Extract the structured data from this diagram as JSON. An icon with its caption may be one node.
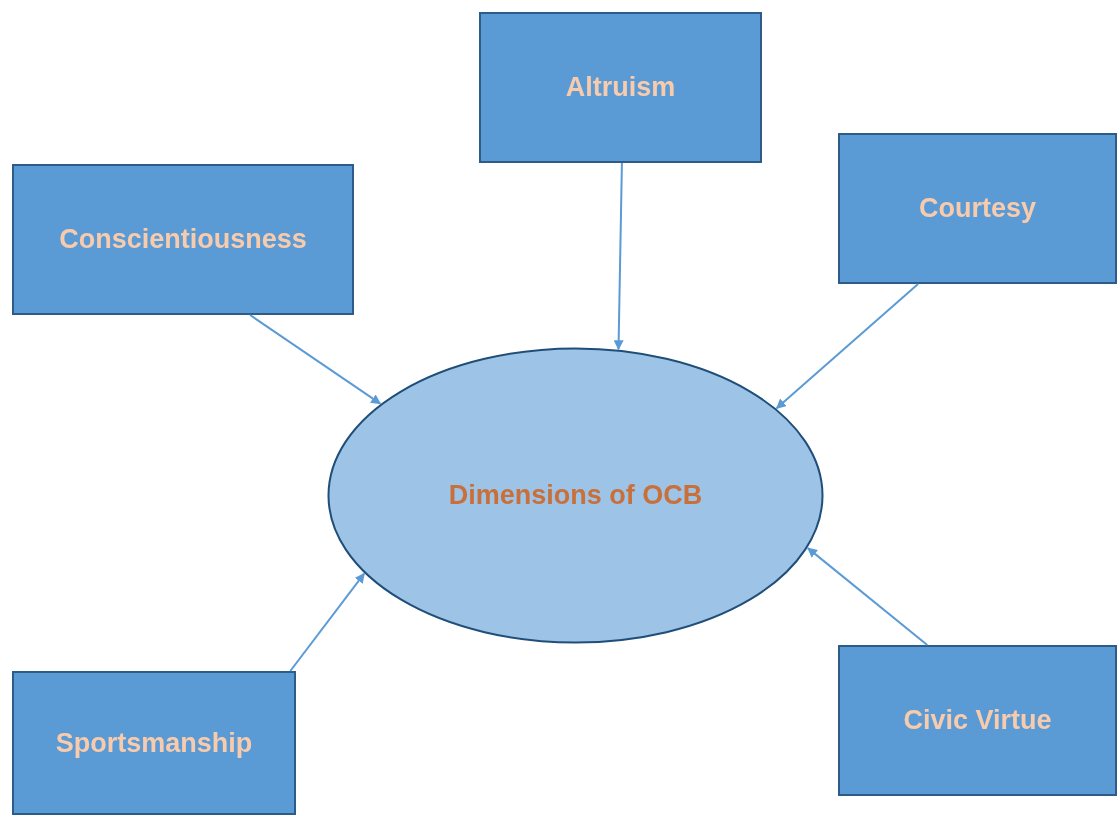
{
  "diagram": {
    "nodes": [
      {
        "text": [
          "Altruism"
        ]
      },
      {
        "text": [
          "Courtesy"
        ]
      },
      {
        "text": [
          "Conscientiousness"
        ]
      },
      {
        "text": [
          "Dimensions of OCB"
        ]
      },
      {
        "text": [
          "Civic Virtue"
        ]
      },
      {
        "text": [
          "Sportsmanship"
        ]
      }
    ],
    "edges": [
      {
        "from": 2,
        "to": 3,
        "arrow": "to"
      },
      {
        "from": 0,
        "to": 3,
        "arrow": "to"
      },
      {
        "from": 1,
        "to": 3,
        "arrow": "to"
      },
      {
        "from": 5,
        "to": 3,
        "arrow": "to"
      },
      {
        "from": 4,
        "to": 3,
        "arrow": "to"
      }
    ]
  }
}
